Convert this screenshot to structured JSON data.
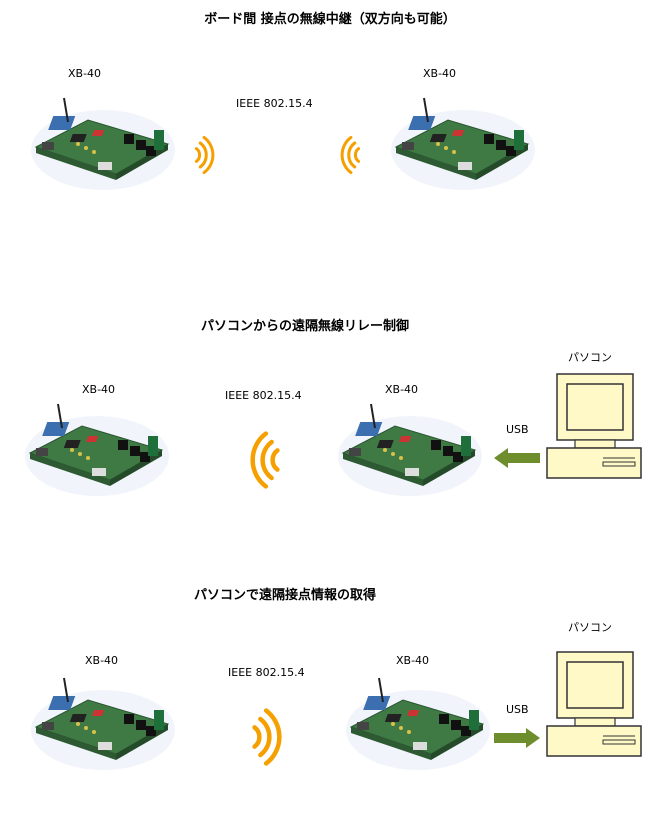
{
  "section1": {
    "title": "ボード間 接点の無線中継（双方向も可能）",
    "board_left_label": "XB-40",
    "board_right_label": "XB-40",
    "link_label": "IEEE 802.15.4"
  },
  "section2": {
    "title": "パソコンからの遠隔無線リレー制御",
    "board_left_label": "XB-40",
    "board_right_label": "XB-40",
    "link_label": "IEEE 802.15.4",
    "usb_label": "USB",
    "pc_label": "パソコン"
  },
  "section3": {
    "title": "パソコンで遠隔接点情報の取得",
    "board_left_label": "XB-40",
    "board_right_label": "XB-40",
    "link_label": "IEEE 802.15.4",
    "usb_label": "USB",
    "pc_label": "パソコン"
  },
  "colors": {
    "wave": "#f5a000",
    "arrow": "#6e8e2e",
    "pcBody": "#fff9c8",
    "pcStroke": "#333333",
    "boardGreen": "#3f7a45"
  },
  "icons": {
    "board": "circuit-board-icon",
    "wave": "radio-wave-icon",
    "pc": "desktop-computer-icon",
    "arrow": "arrow-icon"
  }
}
